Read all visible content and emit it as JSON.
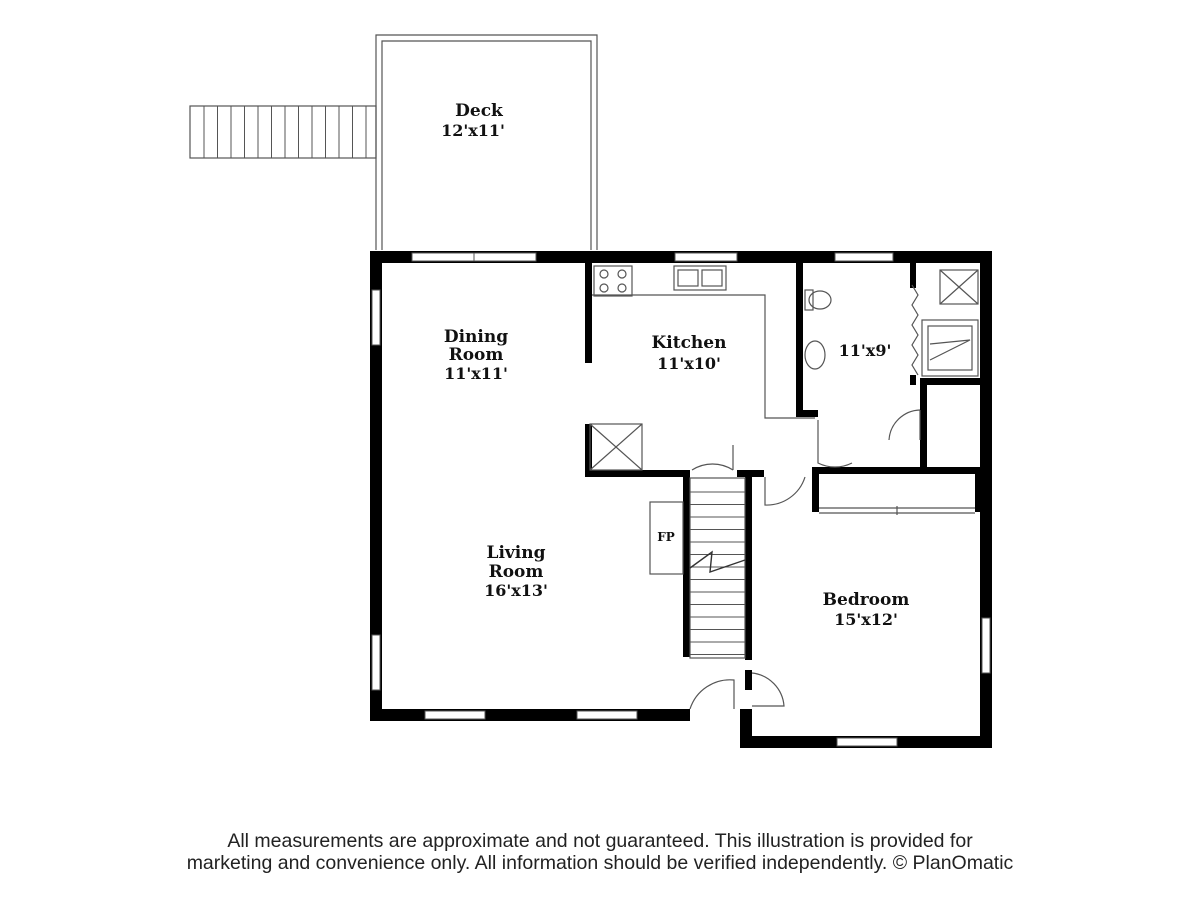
{
  "rooms": {
    "deck": {
      "name": "Deck",
      "dims": "12'x11'"
    },
    "dining": {
      "name_line1": "Dining",
      "name_line2": "Room",
      "dims": "11'x11'"
    },
    "kitchen": {
      "name": "Kitchen",
      "dims": "11'x10'"
    },
    "bath": {
      "dims": "11'x9'"
    },
    "living": {
      "name_line1": "Living",
      "name_line2": "Room",
      "dims": "16'x13'"
    },
    "bedroom": {
      "name": "Bedroom",
      "dims": "15'x12'"
    }
  },
  "fireplace": {
    "label": "FP"
  },
  "disclaimer": {
    "line1": "All measurements are approximate and not guaranteed. This illustration is provided for",
    "line2": "marketing and convenience only. All information should be verified independently. © PlanOmatic"
  }
}
